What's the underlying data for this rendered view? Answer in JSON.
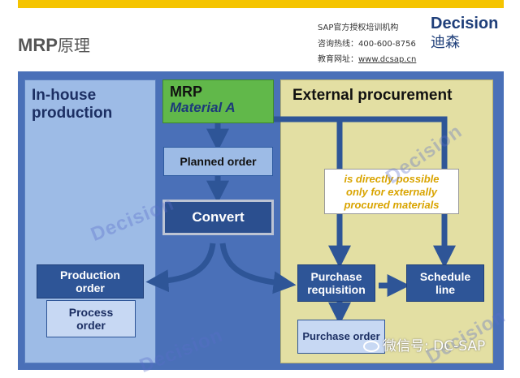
{
  "header": {
    "title_latin": "MRP",
    "title_cn": "原理",
    "provider_line": "SAP官方授权培训机构",
    "hotline_label": "咨询热线：",
    "hotline_number": "400-600-8756",
    "website_label": "教育网址：",
    "website_url": "www.dcsap.cn",
    "logo_en": "Decision",
    "logo_cn": "迪森"
  },
  "diagram": {
    "left_panel_title_1": "In-house",
    "left_panel_title_2": "production",
    "right_panel_title": "External procurement",
    "mrp_line1": "MRP",
    "mrp_line2": "Material A",
    "planned_order": "Planned order",
    "convert": "Convert",
    "production_order_1": "Production",
    "production_order_2": "order",
    "process_order_1": "Process",
    "process_order_2": "order",
    "purchase_req_1": "Purchase",
    "purchase_req_2": "requisition",
    "schedule_line_1": "Schedule",
    "schedule_line_2": "line",
    "purchase_order": "Purchase order",
    "note_line1": "is directly possible",
    "note_line2": "only for externally",
    "note_line3": "procured materials"
  },
  "watermarks": {
    "text": "Decision"
  },
  "wechat": {
    "label": "微信号: DC-SAP"
  },
  "colors": {
    "accent_yellow": "#f5c400",
    "brand_blue": "#1f3f7a",
    "mrp_green": "#61b84a"
  }
}
